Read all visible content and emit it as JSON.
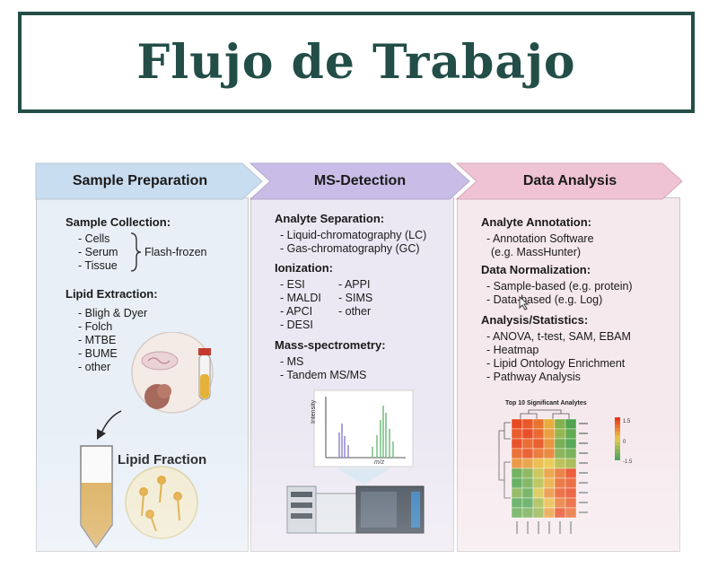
{
  "title": "Flujo de Trabajo",
  "steps": [
    {
      "label": "Sample Preparation",
      "color": "#c9ddf0"
    },
    {
      "label": "MS-Detection",
      "color": "#c8bde6"
    },
    {
      "label": "Data Analysis",
      "color": "#efc3d3"
    }
  ],
  "prep": {
    "collection_title": "Sample Collection:",
    "collection_items": [
      "- Cells",
      "- Serum",
      "- Tissue"
    ],
    "collection_note": "Flash-frozen",
    "extraction_title": "Lipid Extraction:",
    "extraction_items": [
      "- Bligh & Dyer",
      "- Folch",
      "- MTBE",
      "- BUME",
      "- other"
    ],
    "fraction_label": "Lipid Fraction"
  },
  "ms": {
    "separation_title": "Analyte Separation:",
    "separation_items": [
      "- Liquid-chromatography (LC)",
      "- Gas-chromatography (GC)"
    ],
    "ionization_title": "Ionization:",
    "ionization_left": [
      "- ESI",
      "- MALDI",
      "- APCI",
      "- DESI"
    ],
    "ionization_right": [
      "- APPI",
      "- SIMS",
      "- other"
    ],
    "spectrometry_title": "Mass-spectrometry:",
    "spectrometry_items": [
      "- MS",
      "- Tandem MS/MS"
    ],
    "plot_ylabel": "Intensity",
    "plot_xlabel": "m/z"
  },
  "data": {
    "annotation_title": "Analyte Annotation:",
    "annotation_items": [
      "- Annotation Software",
      "(e.g. MassHunter)"
    ],
    "normalization_title": "Data Normalization:",
    "normalization_items": [
      "- Sample-based (e.g. protein)",
      "- Data-based (e.g. Log)"
    ],
    "stats_title": "Analysis/Statistics:",
    "stats_items": [
      "- ANOVA, t-test, SAM, EBAM",
      "- Heatmap",
      "- Lipid Ontology Enrichment",
      "- Pathway Analysis"
    ],
    "heatmap_title": "Top 10 Significant Analytes",
    "legend_ticks": [
      "1.5",
      "0",
      "-1.5"
    ]
  },
  "heatmap_grid": [
    [
      0.9,
      0.8,
      0.6,
      0.2,
      -0.6,
      -0.9
    ],
    [
      0.8,
      0.9,
      0.7,
      0.3,
      -0.5,
      -0.8
    ],
    [
      0.9,
      0.7,
      0.8,
      0.4,
      -0.7,
      -0.9
    ],
    [
      0.7,
      0.8,
      0.6,
      0.5,
      -0.6,
      -0.7
    ],
    [
      0.4,
      0.3,
      0.1,
      0.0,
      -0.3,
      -0.4
    ],
    [
      -0.8,
      -0.6,
      -0.2,
      0.3,
      0.6,
      0.9
    ],
    [
      -0.9,
      -0.7,
      -0.3,
      0.2,
      0.7,
      0.8
    ],
    [
      -0.6,
      -0.8,
      -0.1,
      0.4,
      0.8,
      0.9
    ],
    [
      -0.9,
      -0.9,
      -0.4,
      0.1,
      0.6,
      0.8
    ],
    [
      -0.8,
      -0.7,
      -0.5,
      0.3,
      0.9,
      0.7
    ]
  ]
}
